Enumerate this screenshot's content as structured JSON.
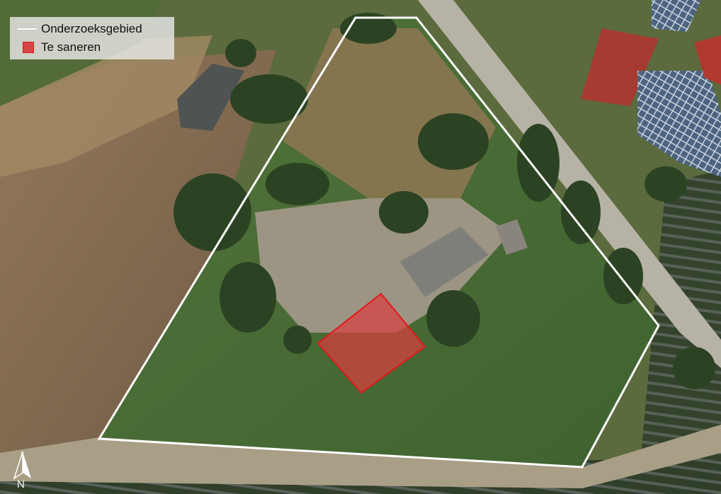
{
  "legend": {
    "items": [
      {
        "label": "Onderzoeksgebied",
        "symbol": "line",
        "color": "#ffffff"
      },
      {
        "label": "Te saneren",
        "symbol": "area",
        "fill": "#d64545",
        "stroke": "#e01919"
      }
    ]
  },
  "north_arrow": {
    "label": "N"
  },
  "colors": {
    "study_boundary": "#ffffff",
    "remediation_area": "#d94040",
    "grass": "#4b6e36",
    "field": "#8a7157",
    "road": "#b7b2a6"
  }
}
